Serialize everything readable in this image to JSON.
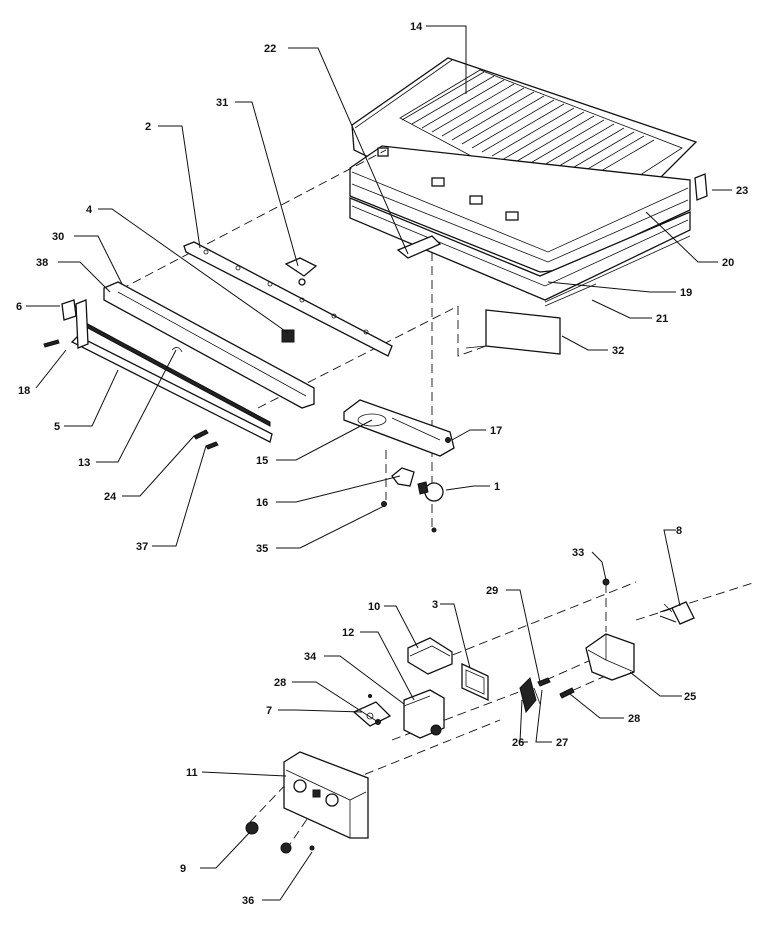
{
  "callouts": {
    "c1": "1",
    "c2": "2",
    "c3": "3",
    "c4": "4",
    "c5": "5",
    "c6": "6",
    "c7": "7",
    "c8": "8",
    "c9": "9",
    "c10": "10",
    "c11": "11",
    "c12": "12",
    "c13": "13",
    "c14": "14",
    "c15": "15",
    "c16": "16",
    "c17": "17",
    "c18": "18",
    "c19": "19",
    "c20": "20",
    "c21": "21",
    "c22": "22",
    "c23": "23",
    "c24": "24",
    "c25": "25",
    "c26": "26",
    "c27": "27",
    "c28a": "28",
    "c28b": "28",
    "c29": "29",
    "c30": "30",
    "c31": "31",
    "c32": "32",
    "c33": "33",
    "c34": "34",
    "c35": "35",
    "c36": "36",
    "c37": "37",
    "c38": "38"
  }
}
